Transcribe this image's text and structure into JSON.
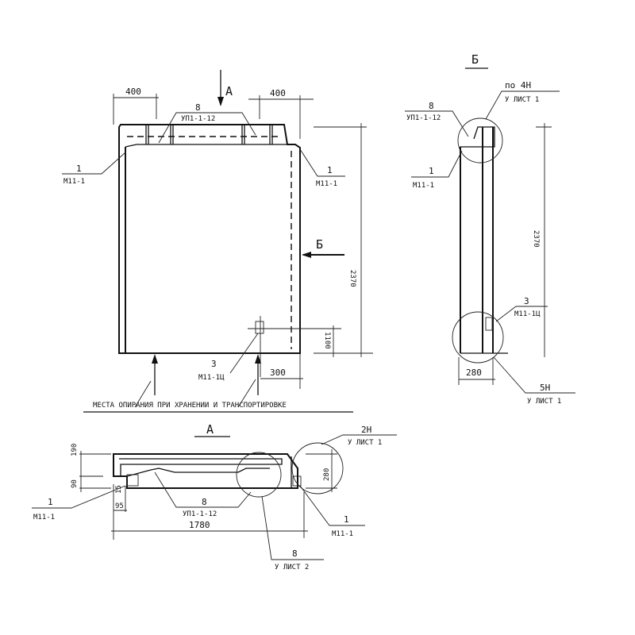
{
  "front_view": {
    "section_a": "А",
    "section_b": "Б",
    "dim_left_400": "400",
    "dim_right_400": "400",
    "dim_height": "2370",
    "dim_1100": "1100",
    "dim_300": "300",
    "callout_8": {
      "num": "8",
      "ref": "УП1-1-12"
    },
    "callout_left_1": {
      "num": "1",
      "ref": "М11-1"
    },
    "callout_right_1": {
      "num": "1",
      "ref": "М11-1"
    },
    "callout_3": {
      "num": "3",
      "ref": "М11-1Ц"
    },
    "note": "МЕСТА ОПИРАНИЯ ПРИ ХРАНЕНИИ И ТРАНСПОРТИРОВКЕ"
  },
  "side_view": {
    "title": "Б",
    "callout_4": {
      "num": "по 4Н",
      "ref": "У ЛИСТ 1"
    },
    "callout_8": {
      "num": "8",
      "ref": "УП1-1-12"
    },
    "callout_1": {
      "num": "1",
      "ref": "М11-1"
    },
    "callout_3": {
      "num": "3",
      "ref": "М11-1Ц"
    },
    "callout_5": {
      "num": "5Н",
      "ref": "У ЛИСТ 1"
    },
    "dim_height": "2370",
    "dim_width": "280"
  },
  "plan_view": {
    "title": "А",
    "dim_90": "90",
    "dim_190": "190",
    "dim_15": "15",
    "dim_95": "95",
    "dim_length": "1780",
    "dim_280": "280",
    "callout_2": {
      "num": "2Н",
      "ref": "У ЛИСТ 1"
    },
    "callout_left_1": {
      "num": "1",
      "ref": "М11-1"
    },
    "callout_right_1": {
      "num": "1",
      "ref": "М11-1"
    },
    "callout_8_up": {
      "num": "8",
      "ref": "УП1-1-12"
    },
    "callout_8_sheet": {
      "num": "8",
      "ref": "У ЛИСТ 2"
    }
  }
}
